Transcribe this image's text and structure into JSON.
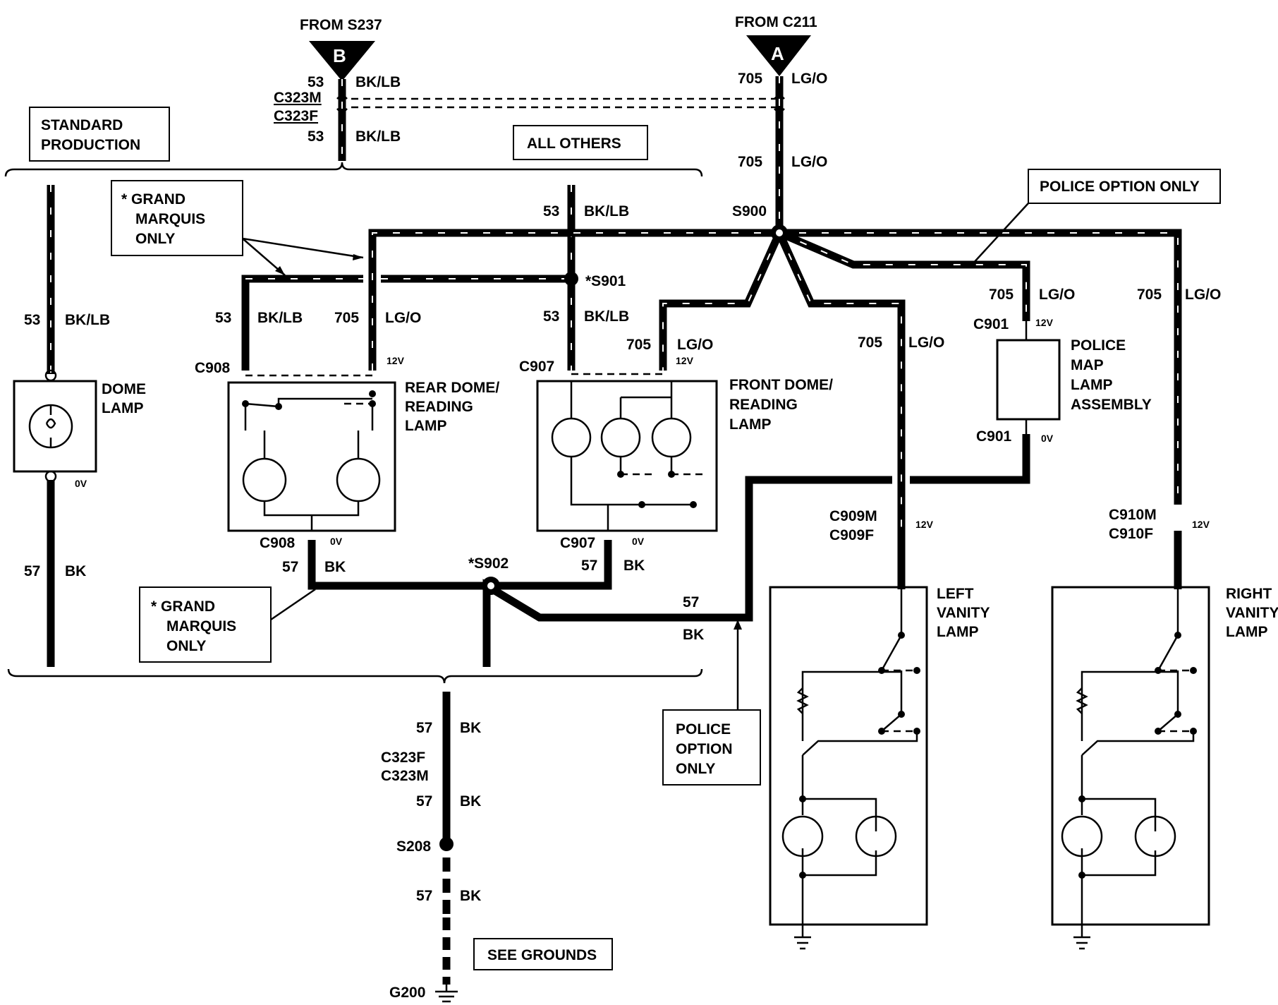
{
  "sources": {
    "s237": {
      "title": "FROM S237",
      "letter": "B"
    },
    "c211": {
      "title": "FROM C211",
      "letter": "A"
    }
  },
  "boxes": {
    "standard_production": [
      "STANDARD",
      "PRODUCTION"
    ],
    "all_others": "ALL OTHERS",
    "grand_marquis_top": [
      "* GRAND",
      "MARQUIS",
      "ONLY"
    ],
    "grand_marquis_bottom": [
      "* GRAND",
      "MARQUIS",
      "ONLY"
    ],
    "police_option_top": "POLICE OPTION ONLY",
    "police_option_bottom": [
      "POLICE",
      "OPTION",
      "ONLY"
    ],
    "see_grounds": "SEE GROUNDS"
  },
  "connectors": {
    "c323m": "C323M",
    "c323f": "C323F",
    "c323f_b": "C323F",
    "c323m_b": "C323M",
    "c908_top": "C908",
    "c908_bot": "C908",
    "c907_top": "C907",
    "c907_bot": "C907",
    "c901_top": "C901",
    "c901_bot": "C901",
    "c909m": "C909M",
    "c909f": "C909F",
    "c910m": "C910M",
    "c910f": "C910F"
  },
  "splices": {
    "s900": "S900",
    "s901": "*S901",
    "s902": "*S902",
    "s208": "S208",
    "g200": "G200"
  },
  "components": {
    "dome": [
      "DOME",
      "LAMP"
    ],
    "rear": [
      "REAR DOME/",
      "READING",
      "LAMP"
    ],
    "front": [
      "FRONT DOME/",
      "READING",
      "LAMP"
    ],
    "police_map": [
      "POLICE",
      "MAP",
      "LAMP",
      "ASSEMBLY"
    ],
    "left_vanity": [
      "LEFT",
      "VANITY",
      "LAMP"
    ],
    "right_vanity": [
      "RIGHT",
      "VANITY",
      "LAMP"
    ]
  },
  "wires": {
    "c53": "53",
    "bklb": "BK/LB",
    "c705": "705",
    "lgo": "LG/O",
    "c57": "57",
    "bk": "BK"
  },
  "voltages": {
    "v12": "12V",
    "v0": "0V"
  }
}
